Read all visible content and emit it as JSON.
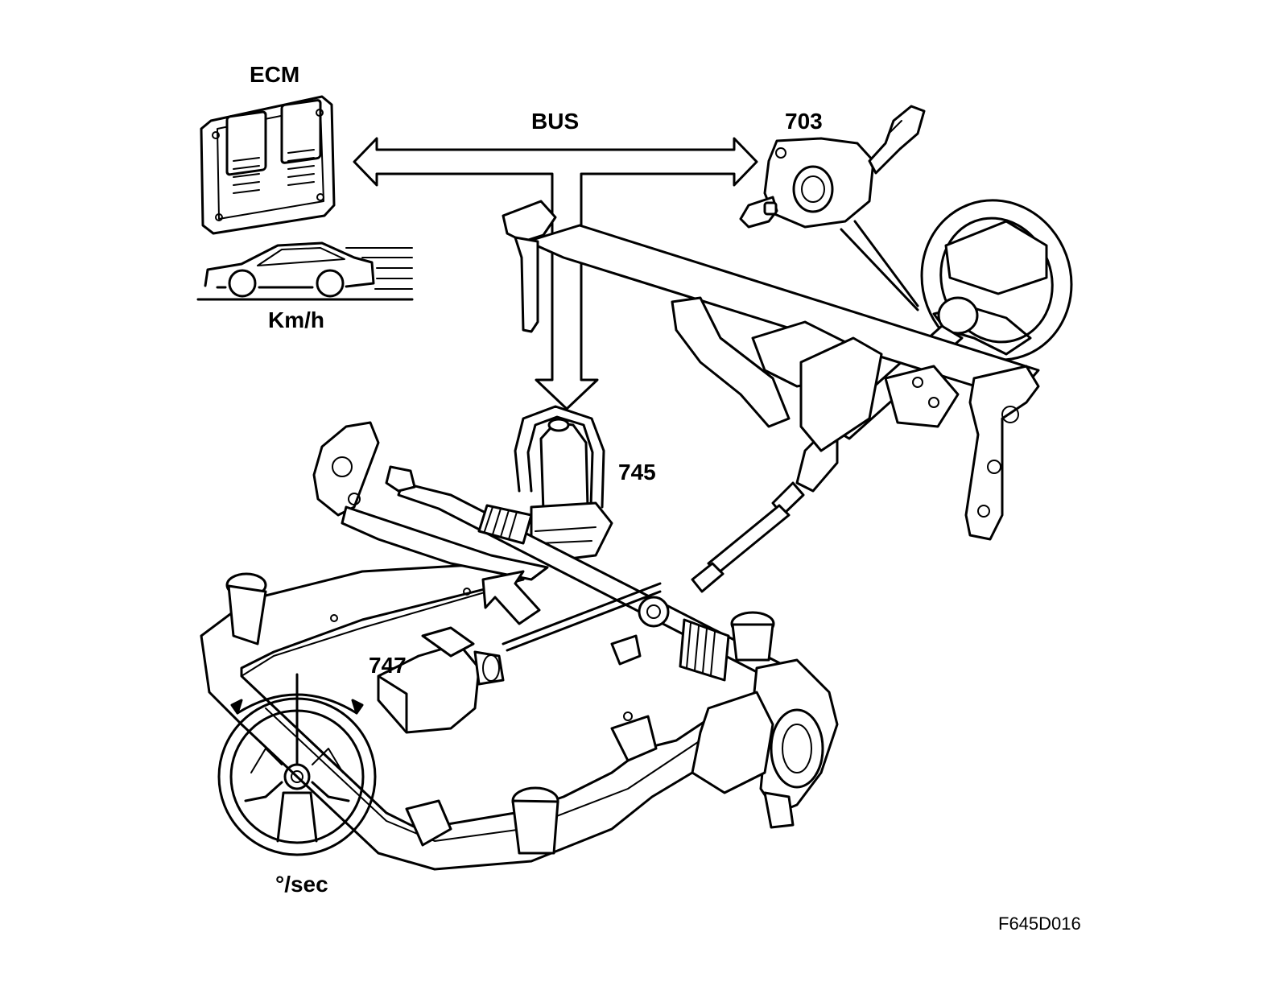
{
  "labels": {
    "ecm": "ECM",
    "bus": "BUS",
    "speed_unit": "Km/h",
    "angle_rate_unit": "°/sec",
    "part_703": "703",
    "part_745": "745",
    "part_747": "747",
    "figure_code": "F645D016"
  },
  "colors": {
    "line": "#000000",
    "background": "#ffffff"
  }
}
